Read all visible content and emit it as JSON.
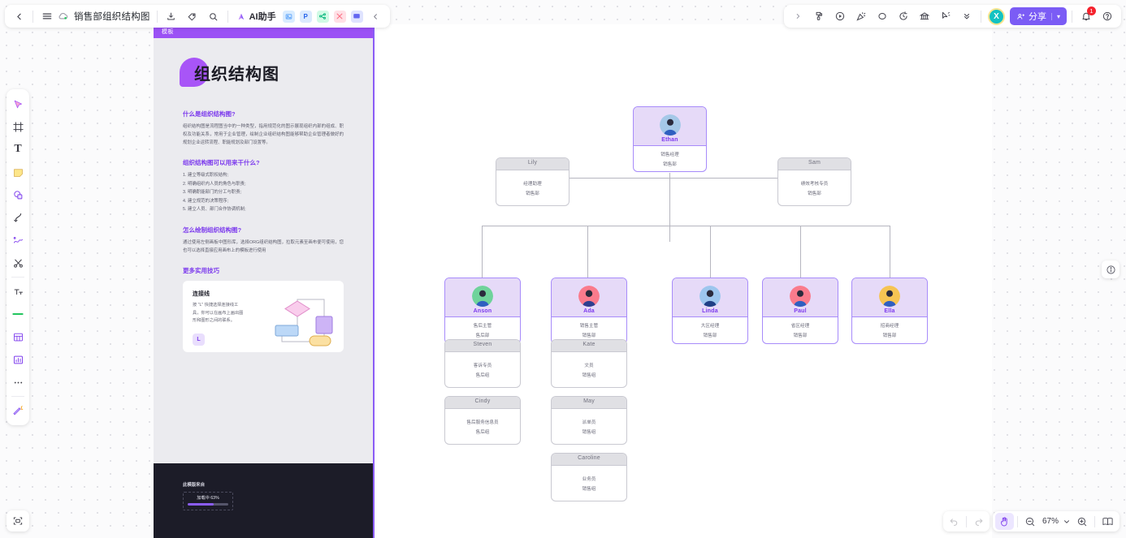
{
  "topbar": {
    "back_icon": "chevron-left-icon",
    "menu_icon": "hamburger-menu-icon",
    "cloud_icon": "cloud-saved-icon",
    "doc_title": "销售部组织结构图",
    "export_icon": "download-icon",
    "tag_icon": "tag-icon",
    "search_icon": "search-icon",
    "ai_label": "AI助手",
    "mini_icons": [
      "image-icon",
      "ppt-icon",
      "mindmap-icon",
      "flow-icon",
      "comment-icon"
    ],
    "collapse_icon": "chevron-left-icon",
    "right_icons": [
      "expand-right-icon",
      "paint-icon",
      "present-icon",
      "confetti-icon",
      "comment-bubble-icon",
      "history-icon",
      "bank-icon",
      "cursor-icon",
      "more-chevron-icon"
    ],
    "avatar_initial": "X",
    "share_label": "分享",
    "share_icon": "share-user-icon",
    "share_caret": "chevron-down-icon",
    "bell_icon": "bell-icon",
    "bell_badge": "1",
    "help_icon": "help-circle-icon"
  },
  "left_toolbar": {
    "items": [
      {
        "name": "select-pen-tool",
        "icon": "pen-cursor-icon"
      },
      {
        "name": "frame-tool",
        "icon": "frame-icon"
      },
      {
        "name": "text-tool",
        "icon": "text-T-icon"
      },
      {
        "name": "sticky-note-tool",
        "icon": "sticky-note-icon"
      },
      {
        "name": "shape-tool",
        "icon": "shapes-icon"
      },
      {
        "name": "connector-tool",
        "icon": "connector-curve-icon"
      },
      {
        "name": "freehand-tool",
        "icon": "scribble-icon"
      },
      {
        "name": "cut-tool",
        "icon": "scissors-icon"
      },
      {
        "name": "tiny-text-tool",
        "icon": "small-text-icon"
      },
      {
        "name": "line-style-tool",
        "icon": "green-line-icon"
      },
      {
        "name": "table-tool",
        "icon": "table-icon"
      },
      {
        "name": "chart-tool",
        "icon": "bar-chart-icon"
      },
      {
        "name": "more-tools",
        "icon": "ellipsis-icon"
      },
      {
        "name": "magic-tool",
        "icon": "magic-wand-icon"
      }
    ],
    "bottom_button": {
      "name": "screenshot-button",
      "icon": "screenshot-icon"
    }
  },
  "doc_panel": {
    "ribbon_label": "模板",
    "title": "组织结构图",
    "sections": [
      {
        "heading": "什么是组织结构图?",
        "paragraph": "组织结构图是流程图当中的一种类型，指用规范化的图示展现组织内部的组成、职权及功能关系，常用于企业管理，绘制企业组织结构图能够帮助企业管理者做好的规划企业运转流程、职能规划及部门设置等。"
      },
      {
        "heading": "组织结构图可以用来干什么?",
        "list": [
          "1. 建立等级式职权结构;",
          "2. 明确组织内人员的角色与职责;",
          "3. 明确职能部门的分工与职责;",
          "4. 建立规范的决策程序;",
          "5. 建立人员、部门合作协调机制;"
        ]
      },
      {
        "heading": "怎么绘制组织结构图?",
        "paragraph": "通过使用左侧画板中图形库，选择ORG组织结构图，拉取元素至画布便可使用，您也可以选择直接应用画布上的模板进行使用"
      }
    ],
    "tips_heading": "更多实用技巧",
    "tip_card": {
      "title": "连接线",
      "text": "按 \"L\" 快捷选择连接线工具，你可以在画布上画出图形和图形之间的联系。",
      "key": "L"
    },
    "footer": {
      "label": "此模版来自",
      "loading_text": "加载中 63%",
      "progress": 63
    }
  },
  "chart_data": {
    "type": "org-chart",
    "title": "销售部组织结构图",
    "nodes": [
      {
        "id": "ethan",
        "name": "Ethan",
        "role": "销售经理",
        "dept": "销售部",
        "style": "purple",
        "avatar": "avatar-blue"
      },
      {
        "id": "lily",
        "name": "Lily",
        "role": "经理助理",
        "dept": "销售部",
        "style": "gray",
        "avatar": null
      },
      {
        "id": "sam",
        "name": "Sam",
        "role": "绩效考核专员",
        "dept": "销售部",
        "style": "gray",
        "avatar": null
      },
      {
        "id": "anson",
        "name": "Anson",
        "role": "售后主管",
        "dept": "售后部",
        "style": "purple",
        "avatar": "avatar-green"
      },
      {
        "id": "ada",
        "name": "Ada",
        "role": "销售主管",
        "dept": "销售部",
        "style": "purple",
        "avatar": "avatar-red"
      },
      {
        "id": "linda",
        "name": "Linda",
        "role": "大区经理",
        "dept": "销售部",
        "style": "purple",
        "avatar": "avatar-lightblue"
      },
      {
        "id": "paul",
        "name": "Paul",
        "role": "省区经理",
        "dept": "销售部",
        "style": "purple",
        "avatar": "avatar-pink"
      },
      {
        "id": "ella",
        "name": "Ella",
        "role": "招商经理",
        "dept": "销售部",
        "style": "purple",
        "avatar": "avatar-yellow"
      },
      {
        "id": "steven",
        "name": "Steven",
        "role": "客诉专员",
        "dept": "售后组",
        "style": "gray",
        "avatar": null
      },
      {
        "id": "cindy",
        "name": "Cindy",
        "role": "售后服务信息员",
        "dept": "售后组",
        "style": "gray",
        "avatar": null
      },
      {
        "id": "kate",
        "name": "Kate",
        "role": "文员",
        "dept": "销售组",
        "style": "gray",
        "avatar": null
      },
      {
        "id": "may",
        "name": "May",
        "role": "派单员",
        "dept": "销售组",
        "style": "gray",
        "avatar": null
      },
      {
        "id": "caroline",
        "name": "Caroline",
        "role": "业务员",
        "dept": "销售组",
        "style": "gray",
        "avatar": null
      }
    ],
    "edges": [
      {
        "from": "ethan",
        "to": "lily"
      },
      {
        "from": "ethan",
        "to": "sam"
      },
      {
        "from": "ethan",
        "to": "anson"
      },
      {
        "from": "ethan",
        "to": "ada"
      },
      {
        "from": "ethan",
        "to": "linda"
      },
      {
        "from": "ethan",
        "to": "paul"
      },
      {
        "from": "ethan",
        "to": "ella"
      },
      {
        "from": "anson",
        "to": "steven"
      },
      {
        "from": "steven",
        "to": "cindy"
      },
      {
        "from": "ada",
        "to": "kate"
      },
      {
        "from": "kate",
        "to": "may"
      },
      {
        "from": "may",
        "to": "caroline"
      }
    ]
  },
  "right_panel": {
    "info_icon": "info-circle-icon"
  },
  "bottom_controls": {
    "undo_icon": "undo-icon",
    "redo_icon": "redo-icon",
    "hand_icon": "hand-tool-icon",
    "zoom_out_icon": "zoom-out-icon",
    "zoom_level": "67%",
    "zoom_caret": "chevron-down-icon",
    "zoom_in_icon": "zoom-in-icon",
    "fit_icon": "fit-page-icon"
  },
  "colors": {
    "accent": "#7b5cf5",
    "ribbon": "#9b51f5",
    "node_purple_border": "#a78bfa",
    "node_purple_head": "#e6daf8",
    "node_gray_head": "#e0e0e4",
    "footer_bg": "#1c1c28"
  }
}
